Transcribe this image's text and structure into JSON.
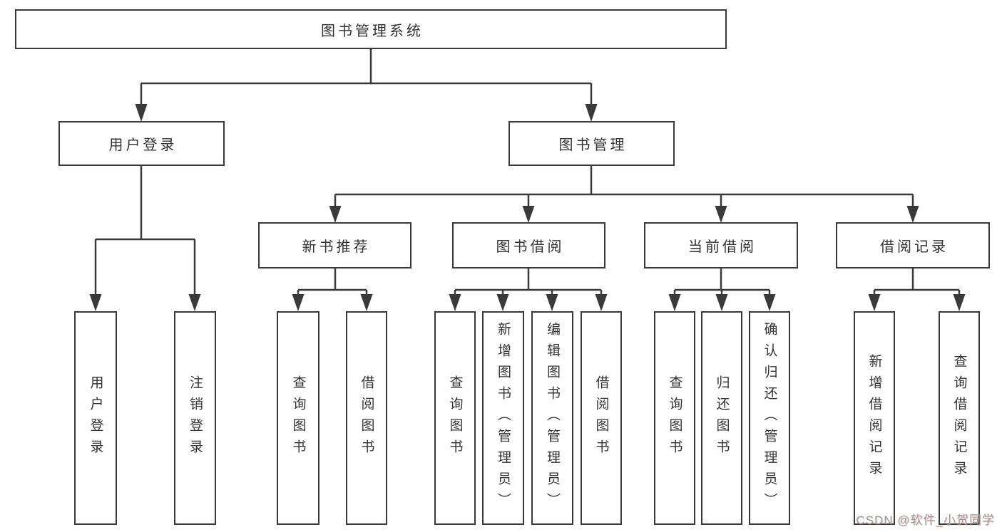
{
  "diagram": {
    "root": {
      "label": "图书管理系统"
    },
    "level2": [
      {
        "label": "用户登录"
      },
      {
        "label": "图书管理"
      }
    ],
    "level3": [
      {
        "label": "新书推荐",
        "parent": "图书管理"
      },
      {
        "label": "图书借阅",
        "parent": "图书管理"
      },
      {
        "label": "当前借阅",
        "parent": "图书管理"
      },
      {
        "label": "借阅记录",
        "parent": "图书管理"
      }
    ],
    "leaves": [
      {
        "label": "用户登录",
        "parent": "用户登录"
      },
      {
        "label": "注销登录",
        "parent": "用户登录"
      },
      {
        "label": "查询图书",
        "parent": "新书推荐"
      },
      {
        "label": "借阅图书",
        "parent": "新书推荐"
      },
      {
        "label": "查询图书",
        "parent": "图书借阅"
      },
      {
        "label": "新增图书（管理员）",
        "parent": "图书借阅"
      },
      {
        "label": "编辑图书（管理员）",
        "parent": "图书借阅"
      },
      {
        "label": "借阅图书",
        "parent": "图书借阅"
      },
      {
        "label": "查询图书",
        "parent": "当前借阅"
      },
      {
        "label": "归还图书",
        "parent": "当前借阅"
      },
      {
        "label": "确认归还（管理员）",
        "parent": "当前借阅"
      },
      {
        "label": "新增借阅记录",
        "parent": "借阅记录"
      },
      {
        "label": "查询借阅记录",
        "parent": "借阅记录"
      }
    ]
  },
  "watermark": {
    "text": "CSDN @软件_小贺同学"
  },
  "colors": {
    "line": "#3a3a3a",
    "text": "#333333",
    "watermark": "#9b9b9b",
    "background": "#ffffff"
  }
}
